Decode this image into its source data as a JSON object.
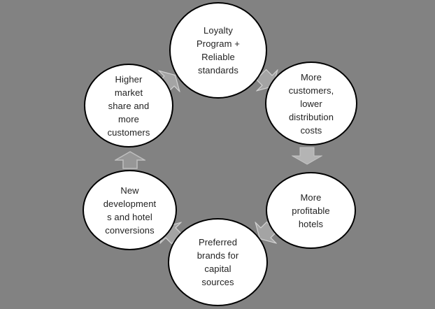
{
  "diagram": {
    "name": "hotel-brand-cycle",
    "type": "cycle",
    "nodes": [
      {
        "id": "loyalty-program",
        "position": "top",
        "label": "Loyalty\nProgram +\nReliable\nstandards"
      },
      {
        "id": "more-customers",
        "position": "top-right",
        "label": "More\ncustomers,\nlower\ndistribution\ncosts"
      },
      {
        "id": "profitable-hotels",
        "position": "bottom-right",
        "label": "More\nprofitable\nhotels"
      },
      {
        "id": "preferred-brands",
        "position": "bottom",
        "label": "Preferred\nbrands for\ncapital\nsources"
      },
      {
        "id": "new-developments",
        "position": "bottom-left",
        "label": "New\ndevelopment\ns and hotel\nconversions"
      },
      {
        "id": "higher-market-share",
        "position": "top-left",
        "label": "Higher\nmarket\nshare and\nmore\ncustomers"
      }
    ],
    "arrows": [
      {
        "id": "loyalty-to-more-customers",
        "direction": "down-right"
      },
      {
        "id": "more-customers-to-profitable-hotels",
        "direction": "down"
      },
      {
        "id": "profitable-hotels-to-preferred-brands",
        "direction": "down-left"
      },
      {
        "id": "preferred-brands-to-new-developments",
        "direction": "up-left"
      },
      {
        "id": "new-developments-to-higher-market-share",
        "direction": "up"
      },
      {
        "id": "higher-market-share-to-loyalty",
        "direction": "up-right"
      }
    ],
    "flow": "clockwise",
    "colors": {
      "background": "#828282",
      "node_fill": "#ffffff",
      "node_border": "#000000",
      "label_text": "#1f1f1f",
      "arrow_solid": "#b4b4b4",
      "arrow_soft": "#979797",
      "arrow_outline": "#c6c6c6"
    }
  }
}
